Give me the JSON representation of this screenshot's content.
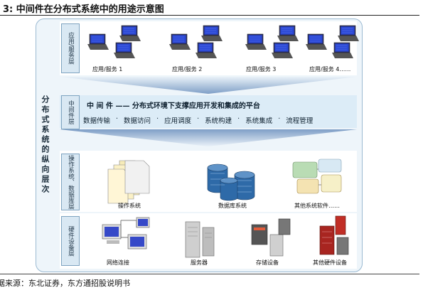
{
  "figure_title": "3:  中间件在分布式系统中的用途示意图",
  "vertical_axis_label": "分布式系统的纵向层次",
  "layers": {
    "app": {
      "tab": "应用/服务层",
      "items": [
        "应用/服务 1",
        "应用/服务 2",
        "应用/服务 3",
        "应用/服务 4……"
      ]
    },
    "middleware": {
      "tab": "中间件层",
      "title": "中  间  件 —— 分布式环境下支撑应用开发和集成的平台",
      "functions": [
        "数据传输",
        "数据访问",
        "应用调度",
        "系统构建",
        "系统集成",
        "流程管理"
      ],
      "separator": "·"
    },
    "os_db": {
      "tab": "操作系统、数据库层",
      "items": [
        "操作系统",
        "数据库系统",
        "其他系统软件……"
      ]
    },
    "hardware": {
      "tab": "硬件设备层",
      "items": [
        "网络连接",
        "服务器",
        "存储设备",
        "其他硬件设备"
      ]
    }
  },
  "colors": {
    "frame": "#9bbad2",
    "tab_fill": "#d9e8f3",
    "band": "#dcecf7",
    "arrow": "#7f9fc7"
  },
  "source": "据来源：东北证券，东方通招股说明书"
}
